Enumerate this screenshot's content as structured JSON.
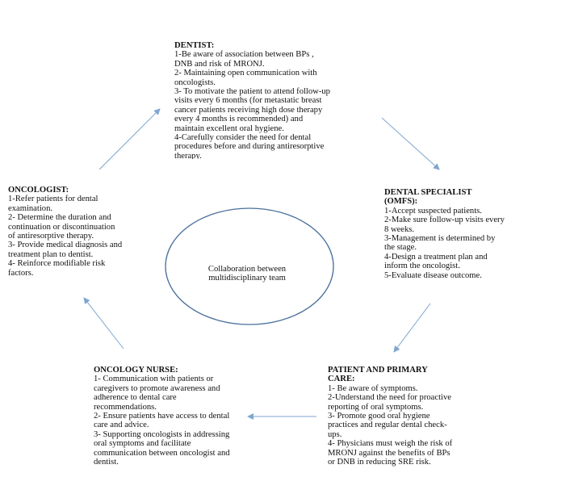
{
  "center_label": [
    "Collaboration between",
    "multidisciplinary team"
  ],
  "dentist": {
    "title": "DENTIST:",
    "lines": [
      "1-Be aware of association between BPs ,",
      "DNB and risk of MRONJ.",
      "2- Maintaining open communication with",
      "oncologists.",
      "3- To motivate the patient to attend follow-up",
      "visits every 6 months (for metastatic breast",
      "cancer patients receiving high dose therapy",
      "every 4 months is recommended) and",
      "maintain excellent oral hygiene.",
      "4-Carefully consider the need for dental",
      "procedures before and during antiresorptive",
      "therapy."
    ]
  },
  "oncologist": {
    "title": "ONCOLOGIST:",
    "lines": [
      "1-Refer patients for dental",
      "examination.",
      "2- Determine the duration and",
      "continuation or discontinuation",
      "of antiresorptive therapy.",
      "3- Provide medical diagnosis and",
      "treatment plan to dentist.",
      "4- Reinforce modifiable risk",
      "factors."
    ]
  },
  "dental_specialist": {
    "title_lines": [
      "DENTAL SPECIALIST",
      "(OMFS):"
    ],
    "lines": [
      "1-Accept suspected patients.",
      "2-Make sure follow-up visits every",
      "8 weeks.",
      "3-Management is determined by",
      "the stage.",
      "4-Design a treatment plan and",
      "inform the oncologist.",
      "5-Evaluate disease outcome."
    ]
  },
  "patient_primary_care": {
    "title_lines": [
      "PATIENT AND PRIMARY",
      "CARE:"
    ],
    "lines": [
      "1- Be aware of symptoms.",
      "2-Understand the need for proactive",
      "reporting of oral symptoms.",
      "3- Promote good oral hygiene",
      "practices and regular dental check-",
      "ups.",
      "4- Physicians must weigh the risk of",
      "MRONJ against the benefits of BPs",
      "or DNB in reducing SRE risk."
    ]
  },
  "oncology_nurse": {
    "title": "ONCOLOGY NURSE:",
    "lines": [
      "1- Communication with patients or",
      "caregivers to promote awareness and",
      "adherence to dental care",
      "recommendations.",
      "2- Ensure patients have access to dental",
      "care and advice.",
      "3- Supporting oncologists in addressing",
      "oral symptoms and facilitate",
      "communication between oncologist and",
      "dentist."
    ]
  },
  "colors": {
    "arrow": "#7fa6cf",
    "ellipse": "#4a6f9c",
    "text": "#111111"
  }
}
